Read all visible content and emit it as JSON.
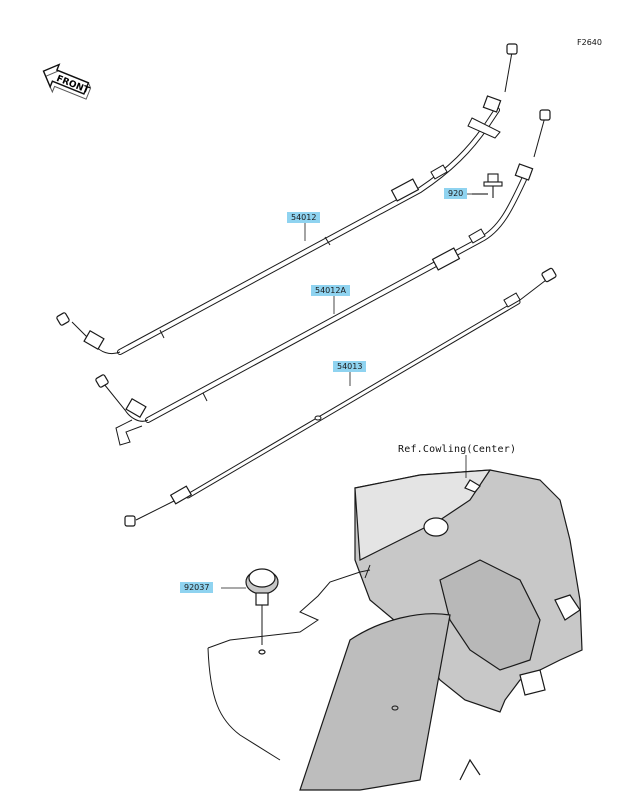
{
  "figure": {
    "code": "F2640",
    "front_label": "FRONT",
    "reference_label": "Ref.Cowling(Center)"
  },
  "callouts": {
    "part_1": "54012",
    "part_2": "920",
    "part_3": "54012A",
    "part_4": "54013",
    "part_5": "92037"
  },
  "colors": {
    "callout_bg": "#8fd3f0",
    "line": "#1a1a1a",
    "fill_gray": "#c8c8c8"
  }
}
